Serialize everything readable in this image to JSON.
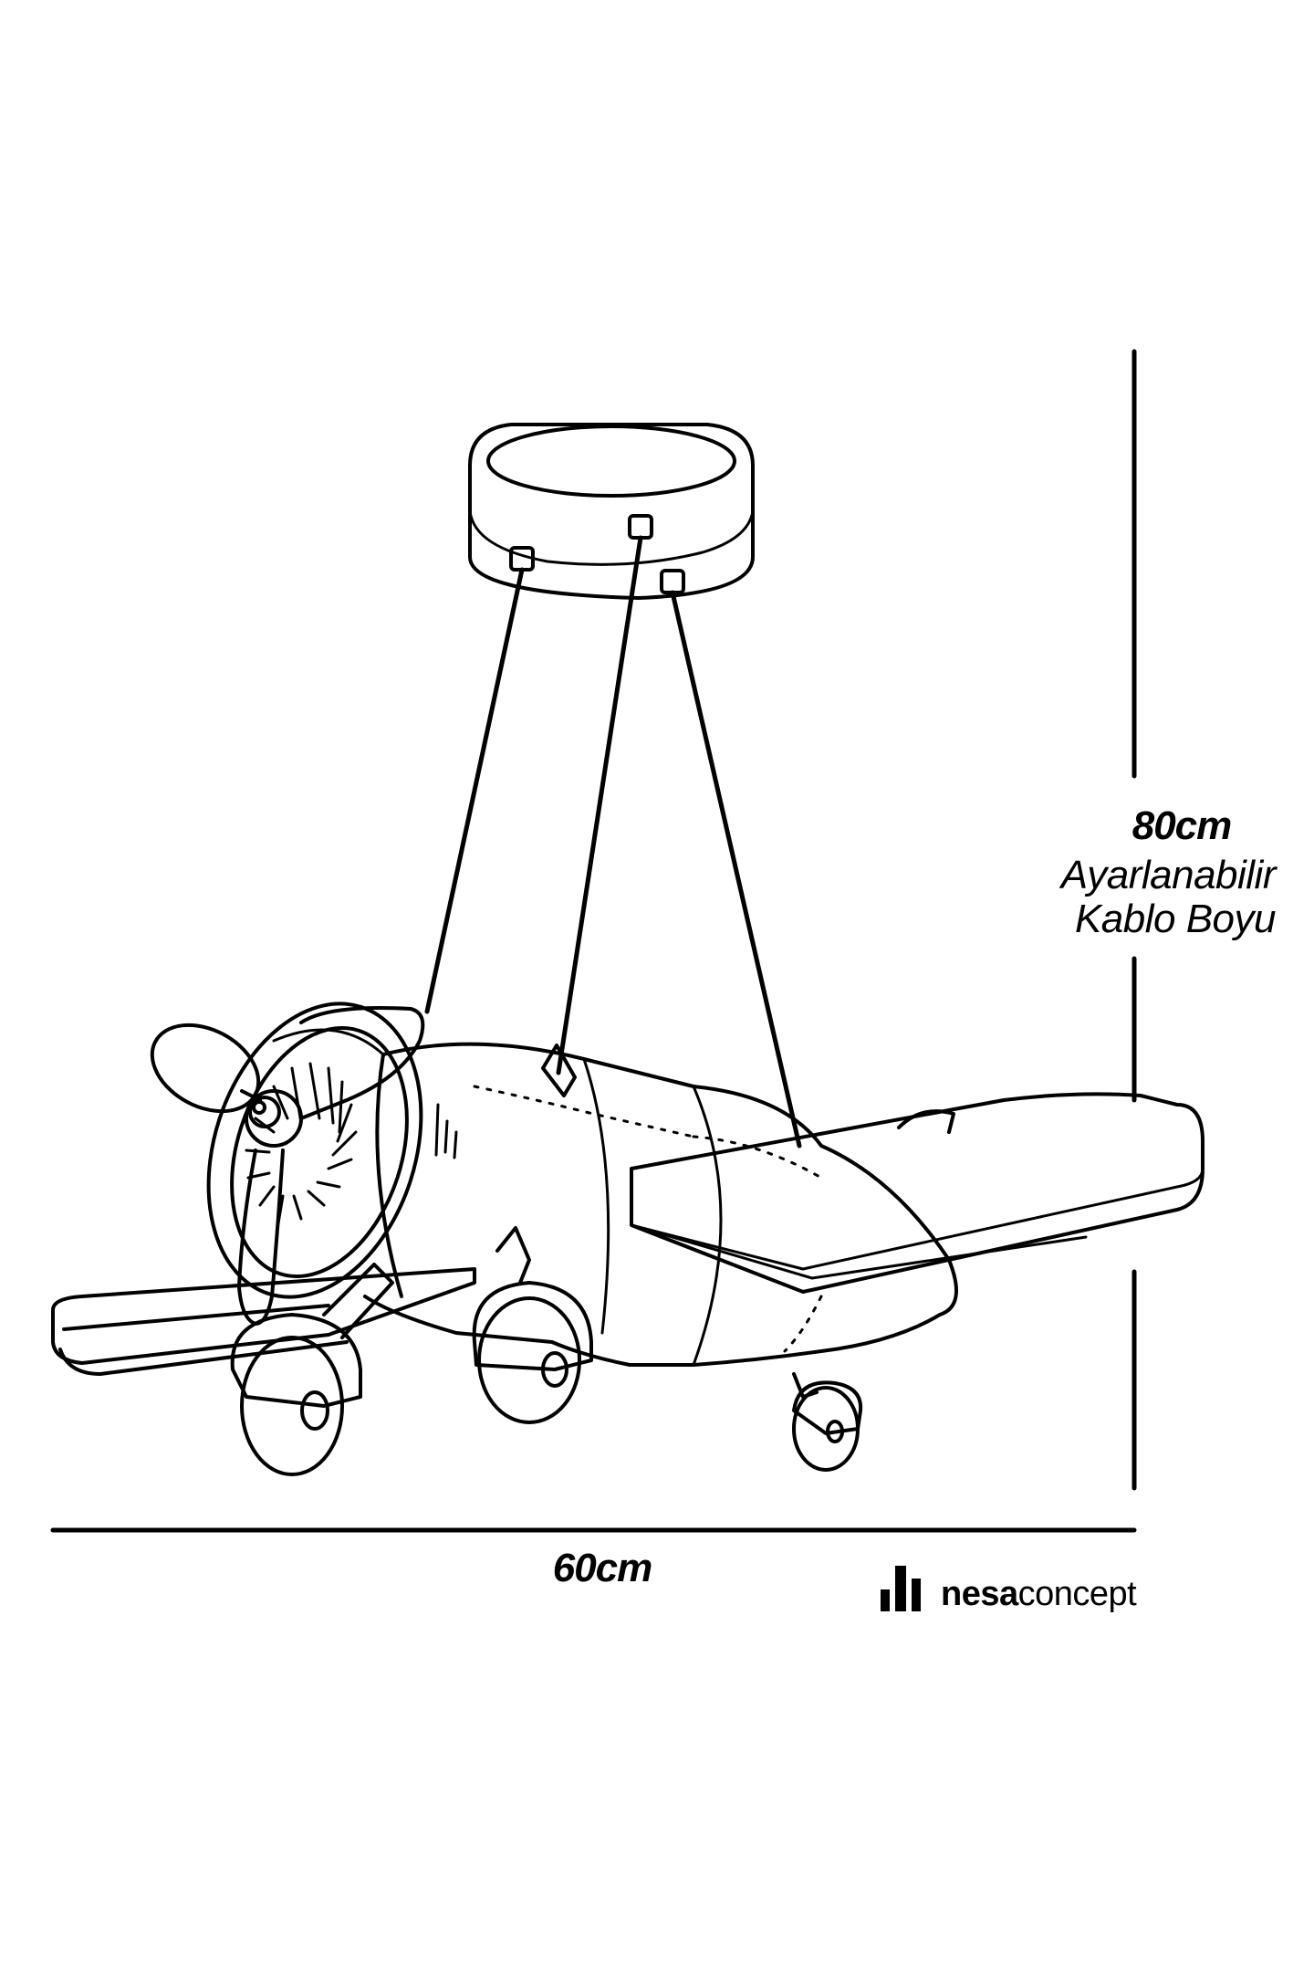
{
  "dimensions": {
    "height": {
      "value": "80cm",
      "note_line1": "Ayarlanabilir",
      "note_line2": "Kablo Boyu"
    },
    "width": {
      "value": "60cm"
    }
  },
  "brand": {
    "name_bold": "nesa",
    "name_regular": "concept",
    "logo": "bar-chart-logo-icon"
  },
  "colors": {
    "line": "#000000",
    "background": "#ffffff"
  },
  "product": {
    "illustration": "airplane-pendant-lamp-drawing"
  }
}
